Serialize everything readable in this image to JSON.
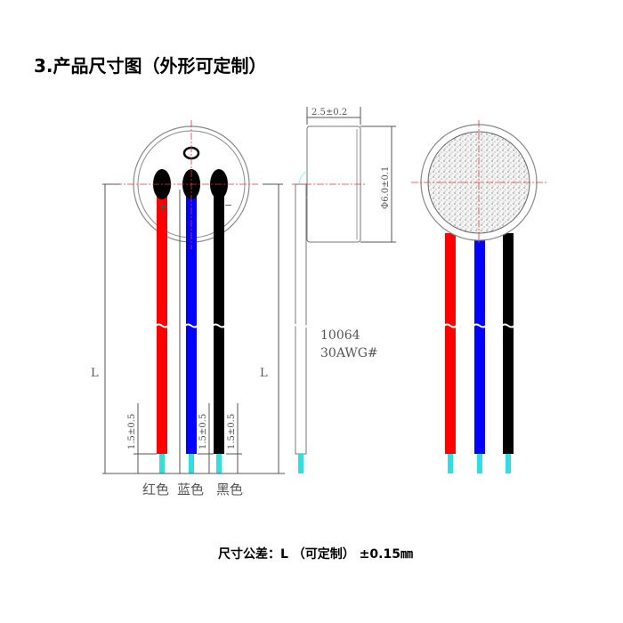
{
  "title": "3.产品尺寸图（外形可定制）",
  "dimensions": {
    "thickness": "2.5±0.2",
    "diameter": "Φ6.0±0.1",
    "length_label": "L",
    "strip_length": "1.5±0.5"
  },
  "wire_spec": {
    "model": "10064",
    "gauge": "30AWG#"
  },
  "pins": {
    "plus": "+",
    "minus": "−"
  },
  "wire_colors": {
    "labels": [
      "红色",
      "蓝色",
      "黑色"
    ],
    "hex": [
      "#ff0000",
      "#0000ff",
      "#000000"
    ],
    "tip": "#33dddd"
  },
  "tolerance_note": "尺寸公差：L （可定制） ±0.15㎜"
}
